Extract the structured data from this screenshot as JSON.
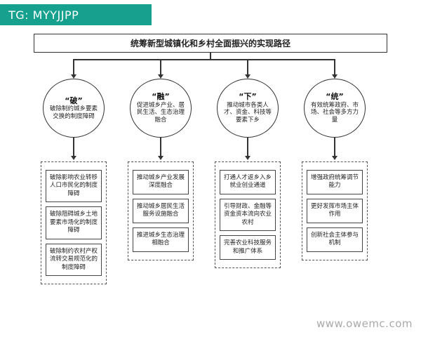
{
  "header": {
    "tag": "TG: MYYJJPP",
    "bar_color": "#16a18f"
  },
  "diagram": {
    "title": "统筹新型城镇化和乡村全面振兴的实现路径",
    "columns": [
      {
        "circle_label": "“破”",
        "circle_text": "破除制约城乡要素交换的制度障碍",
        "boxes": [
          "破除影响农业转移人口市民化的制度障碍",
          "破除阻碍城乡土地要素市场化的制度障碍",
          "破除制约农村产权流转交易规范化的制度障碍"
        ]
      },
      {
        "circle_label": "“融”",
        "circle_text": "促进城乡产业、居民生活、生态治理融合",
        "boxes": [
          "推动城乡产业发展深度融合",
          "推动城乡居民生活服务设施融合",
          "推进城乡生态治理相融合"
        ]
      },
      {
        "circle_label": "“下”",
        "circle_text": "推动城市各类人才、资金、科技等要素下乡",
        "boxes": [
          "打通人才返乡入乡就业创业通道",
          "引导财政、金融等资金资本流向农业农村",
          "完善农业科技服务和推广体系"
        ]
      },
      {
        "circle_label": "“统”",
        "circle_text": "有效统筹政府、市场、社会等多方力量",
        "boxes": [
          "增强政府统筹调节能力",
          "更好发挥市场主体作用",
          "创新社会主体参与机制"
        ]
      }
    ]
  },
  "watermark": "www.owemc.com"
}
